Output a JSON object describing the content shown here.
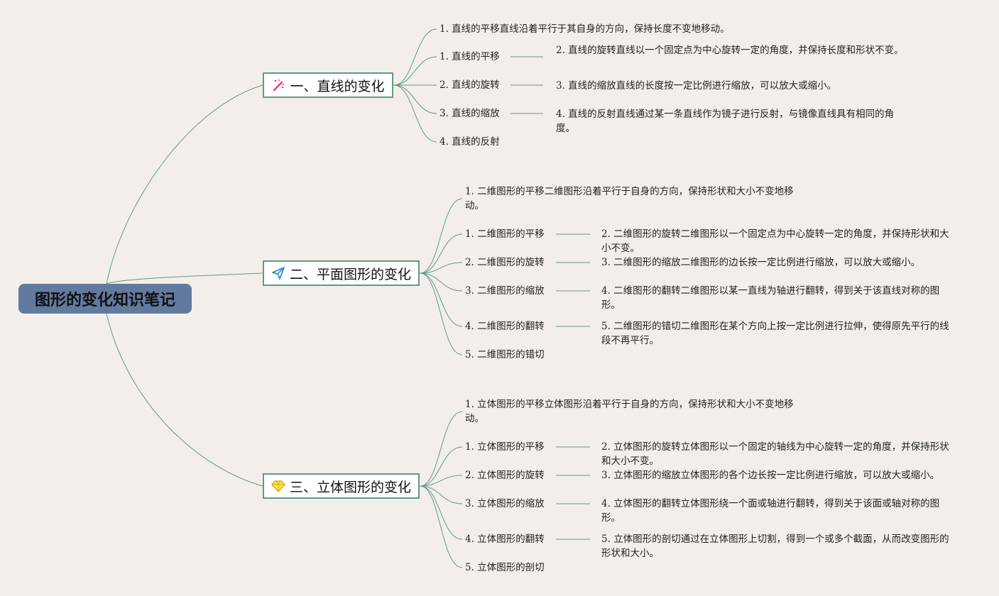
{
  "root": {
    "label": "图形的变化知识笔记"
  },
  "branches": [
    {
      "label": "一、直线的变化",
      "icon": "magic-wand-icon",
      "items": [
        "1. 直线的平移直线沿着平行于其自身的方向，保持长度不变地移动。",
        "1. 直线的平移",
        "2. 直线的旋转",
        "3. 直线的缩放",
        "4. 直线的反射"
      ],
      "notes": [
        "2. 直线的旋转直线以一个固定点为中心旋转一定的角度，并保持长度和形状不变。",
        "3. 直线的缩放直线的长度按一定比例进行缩放，可以放大或缩小。",
        "4. 直线的反射直线通过某一条直线作为镜子进行反射，与镜像直线具有相同的角度。"
      ]
    },
    {
      "label": "二、平面图形的变化",
      "icon": "paper-plane-icon",
      "items": [
        "1. 二维图形的平移二维图形沿着平行于自身的方向，保持形状和大小不变地移动。",
        "1. 二维图形的平移",
        "2. 二维图形的旋转",
        "3. 二维图形的缩放",
        "4. 二维图形的翻转",
        "5. 二维图形的错切"
      ],
      "notes": [
        "2. 二维图形的旋转二维图形以一个固定点为中心旋转一定的角度，并保持形状和大小不变。",
        "3. 二维图形的缩放二维图形的边长按一定比例进行缩放，可以放大或缩小。",
        "4. 二维图形的翻转二维图形以某一直线为轴进行翻转，得到关于该直线对称的图形。",
        "5. 二维图形的错切二维图形在某个方向上按一定比例进行拉伸，使得原先平行的线段不再平行。"
      ]
    },
    {
      "label": "三、立体图形的变化",
      "icon": "diamond-icon",
      "items": [
        "1. 立体图形的平移立体图形沿着平行于自身的方向，保持形状和大小不变地移动。",
        "1. 立体图形的平移",
        "2. 立体图形的旋转",
        "3. 立体图形的缩放",
        "4. 立体图形的翻转",
        "5. 立体图形的剖切"
      ],
      "notes": [
        "2. 立体图形的旋转立体图形以一个固定的轴线为中心旋转一定的角度，并保持形状和大小不变。",
        "3. 立体图形的缩放立体图形的各个边长按一定比例进行缩放，可以放大或缩小。",
        "4. 立体图形的翻转立体图形绕一个面或轴进行翻转，得到关于该面或轴对称的图形。",
        "5. 立体图形的剖切通过在立体图形上切割，得到一个或多个截面，从而改变图形的形状和大小。"
      ]
    }
  ]
}
